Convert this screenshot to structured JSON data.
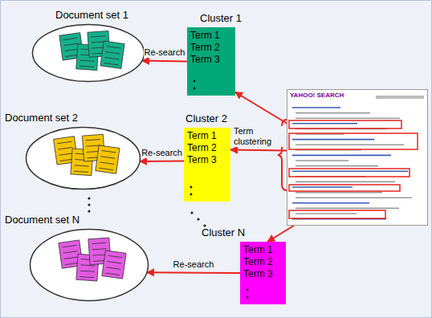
{
  "diagram": {
    "nodes": [
      {
        "text": [
          "Document set 1"
        ]
      },
      {
        "text": [
          "Cluster 1",
          "Term 1",
          "Term 2",
          "Term 3"
        ]
      },
      {
        "text": [
          "Document set 2"
        ]
      },
      {
        "text": [
          "Cluster 2",
          "Term 1",
          "Term 2",
          "Term 3"
        ]
      },
      {
        "text": [
          "YAHOO! SEARCH"
        ]
      },
      {
        "text": [
          "Document set N"
        ]
      },
      {
        "text": [
          "Cluster N",
          "Term 1",
          "Term 2",
          "Term 3"
        ]
      }
    ],
    "edges": [
      {
        "from": 1,
        "to": 0,
        "arrow": "to",
        "label": "Re-search"
      },
      {
        "from": 3,
        "to": 2,
        "arrow": "to",
        "label": "Re-search"
      },
      {
        "from": 6,
        "to": 5,
        "arrow": "to",
        "label": "Re-search"
      },
      {
        "from": 4,
        "to": 1,
        "arrow": "to"
      },
      {
        "from": 4,
        "to": 3,
        "arrow": "to",
        "label": "Term clustering"
      },
      {
        "from": 4,
        "to": 6,
        "arrow": "to"
      }
    ]
  }
}
